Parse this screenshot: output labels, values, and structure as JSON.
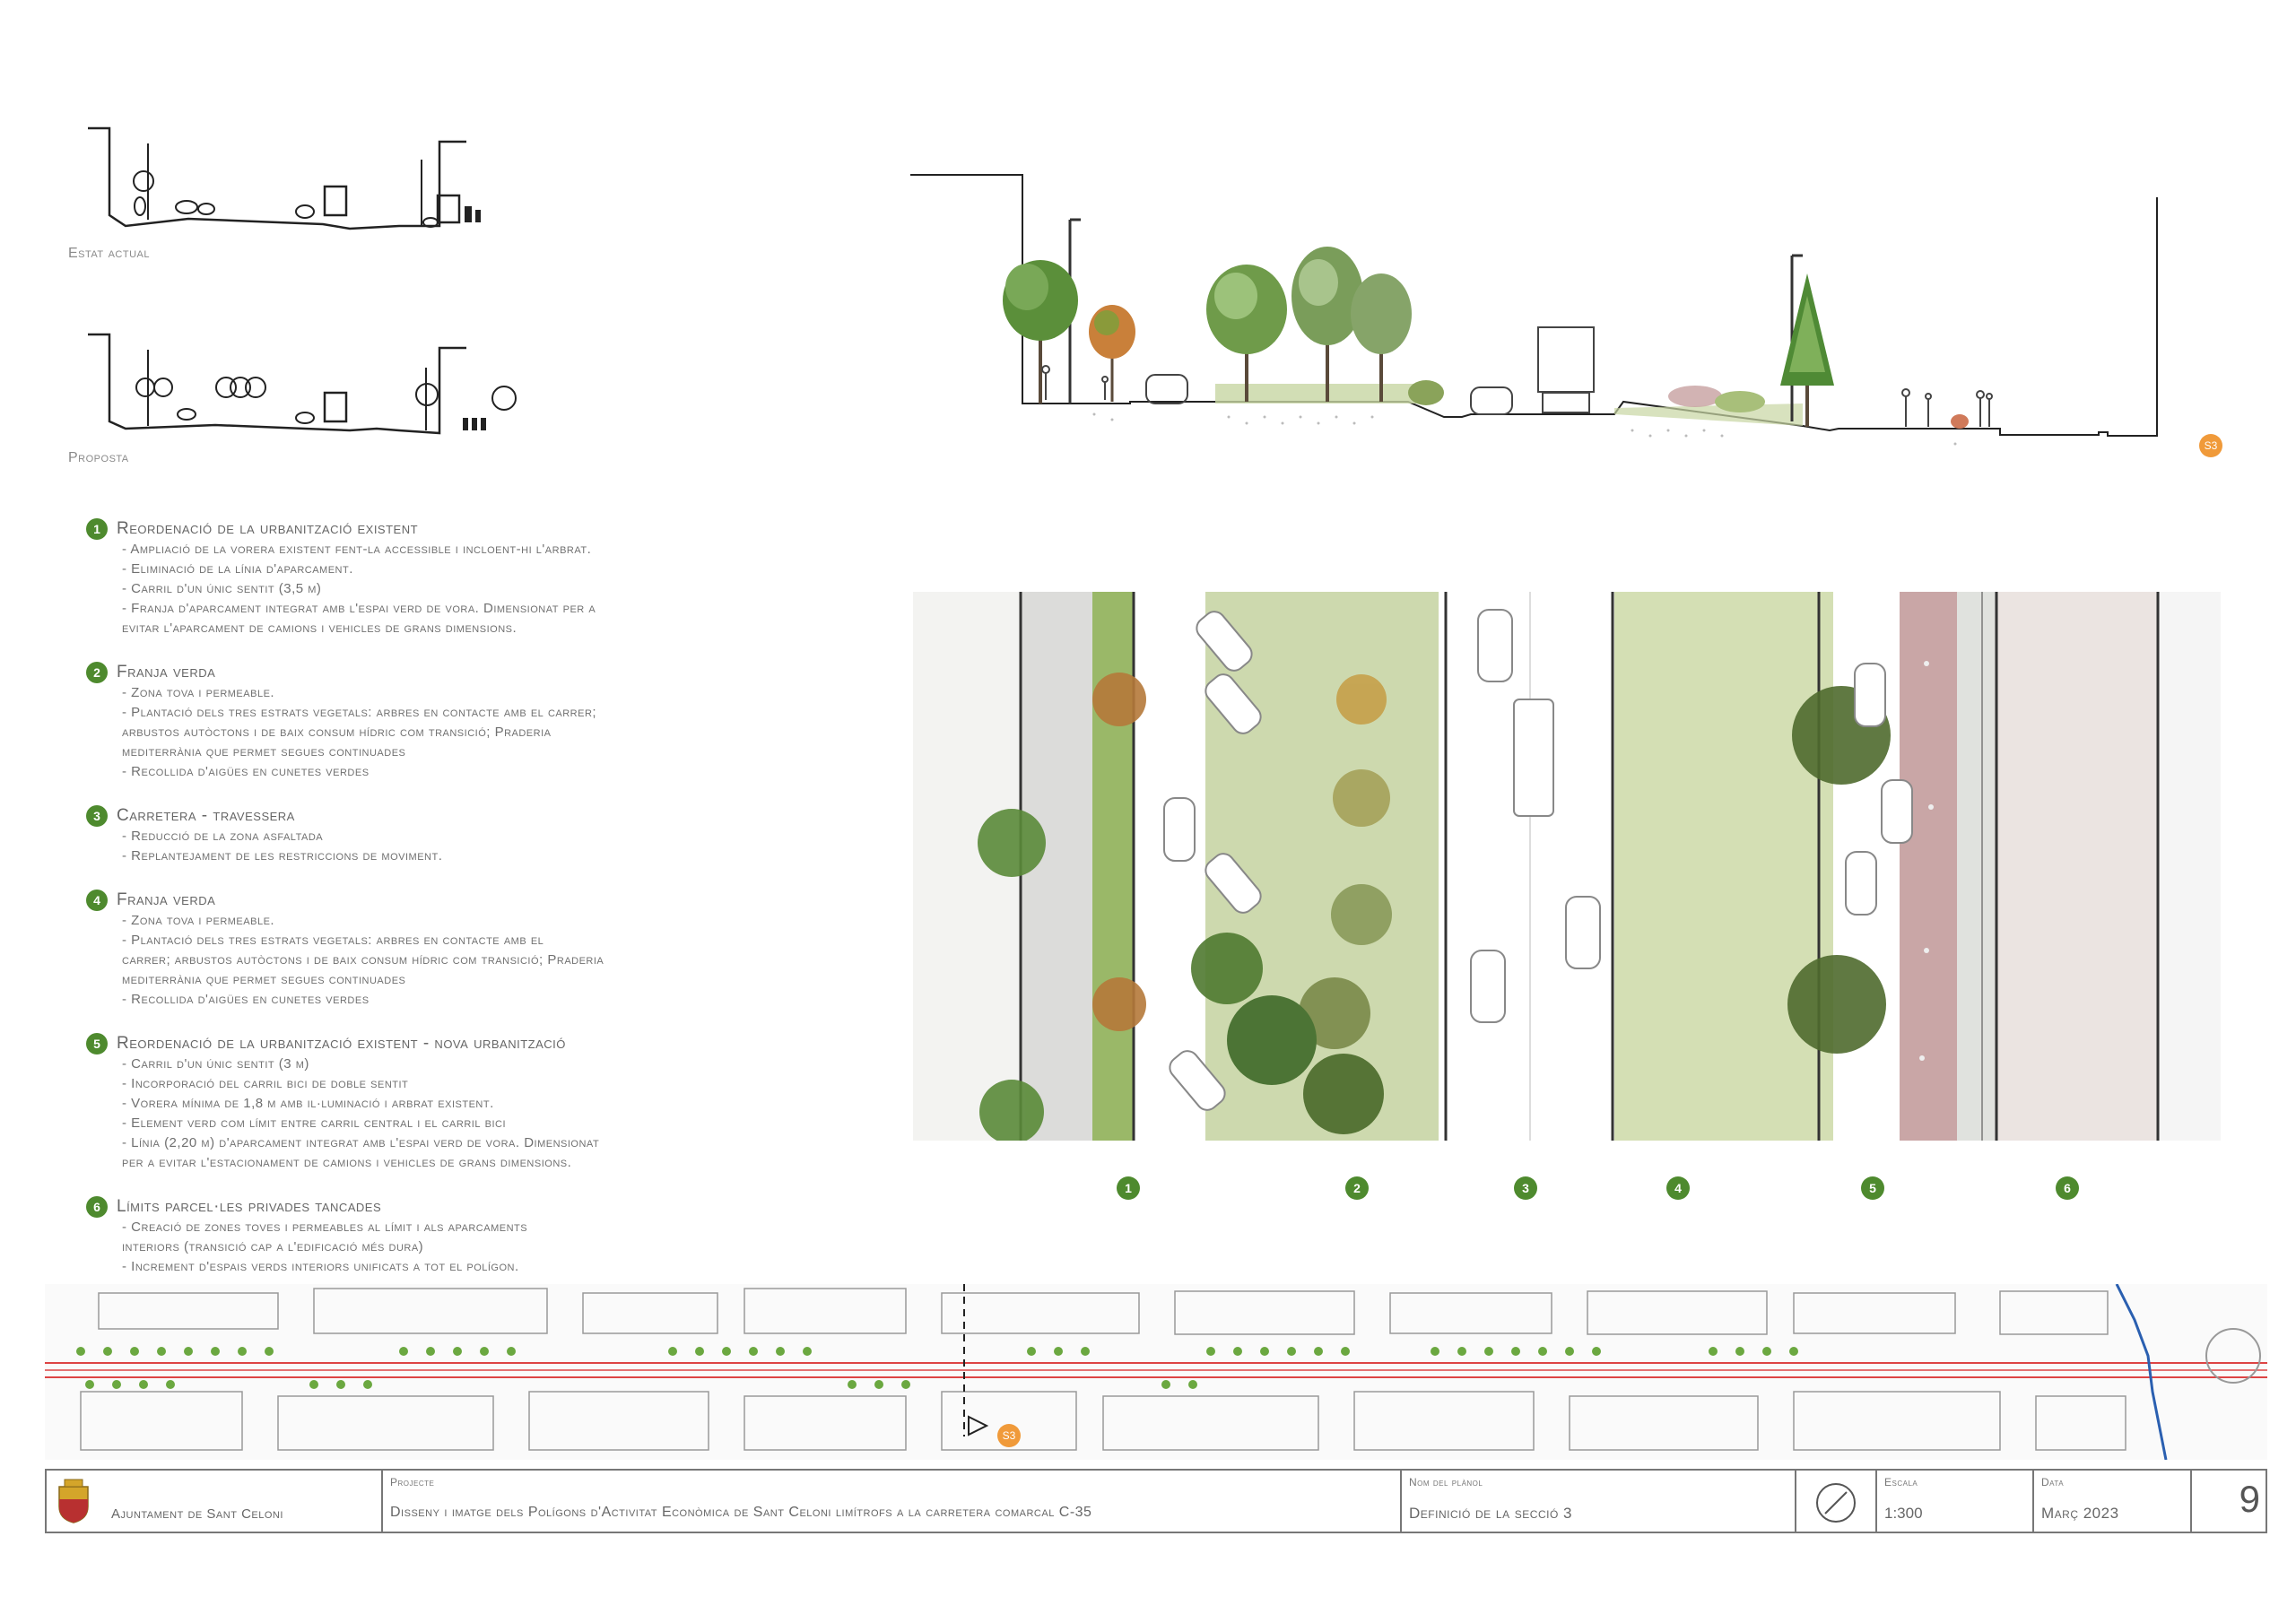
{
  "sections": {
    "current_label": "Estat actual",
    "proposal_label": "Proposta"
  },
  "section_marker": "S3",
  "notes": [
    {
      "num": "1",
      "title": "Reordenació de la urbanització existent",
      "lines": [
        "- Ampliació de la vorera existent fent-la accessible i incloent-hi l'arbrat.",
        "- Eliminació de la línia d'aparcament.",
        "- Carril d'un únic sentit (3,5 m)",
        "- Franja d'aparcament integrat amb l'espai verd de vora. Dimensionat per a",
        "evitar l'aparcament de camions i vehicles de grans dimensions."
      ]
    },
    {
      "num": "2",
      "title": "Franja verda",
      "lines": [
        "- Zona tova i permeable.",
        "- Plantació dels tres estrats vegetals: arbres en contacte amb el carrer;",
        "arbustos autòctons i de baix consum hídric com transició; Praderia",
        "mediterrània que permet segues continuades",
        "- Recollida d'aigües en cunetes verdes"
      ]
    },
    {
      "num": "3",
      "title": "Carretera - travessera",
      "lines": [
        "- Reducció de la zona asfaltada",
        "- Replantejament de les restriccions de moviment."
      ]
    },
    {
      "num": "4",
      "title": "Franja verda",
      "lines": [
        "-        Zona tova i permeable.",
        "-        Plantació dels tres estrats vegetals: arbres en contacte amb el",
        "carrer; arbustos autòctons i de baix consum hídric com transició; Praderia",
        "mediterrània que permet segues continuades",
        "-        Recollida d'aigües en cunetes verdes"
      ]
    },
    {
      "num": "5",
      "title": "Reordenació de la urbanització existent - nova urbanització",
      "lines": [
        "- Carril d'un únic sentit (3 m)",
        "- Incorporació del carril bici de doble sentit",
        "- Vorera mínima de 1,8 m amb il·luminació i arbrat existent.",
        "- Element verd com límit entre carril central i el carril bici",
        "- Línia (2,20 m) d'aparcament integrat amb l'espai verd de vora. Dimensionat",
        "per a evitar l'estacionament de camions i vehicles de grans dimensions."
      ]
    },
    {
      "num": "6",
      "title": "Límits parcel·les privades tancades",
      "lines": [
        "-        Creació de zones  toves i permeables al límit i als aparcaments",
        "interiors (transició cap a l'edificació més dura)",
        "-        Increment d'espais verds interiors unificats a tot el polígon."
      ]
    }
  ],
  "zones": [
    "1",
    "2",
    "3",
    "4",
    "5",
    "6"
  ],
  "colors": {
    "green_badge": "#4e8a2e",
    "orange_marker": "#f09a3a",
    "grass": "#c9d7a8",
    "paving": "#e7e7e4",
    "bike_lane": "#c9a6a6"
  },
  "title_block": {
    "organization": "Ajuntament de Sant Celoni",
    "project_label": "Projecte",
    "project": "Disseny i imatge dels Polígons d'Activitat Econòmica de Sant Celoni limítrofs a la carretera comarcal C-35",
    "plan_label": "Nom del plànol",
    "plan_name": "Definició de la secció 3",
    "scale_label": "Escala",
    "scale": "1:300",
    "date_label": "Data",
    "date": "Març 2023",
    "sheet": "9"
  }
}
